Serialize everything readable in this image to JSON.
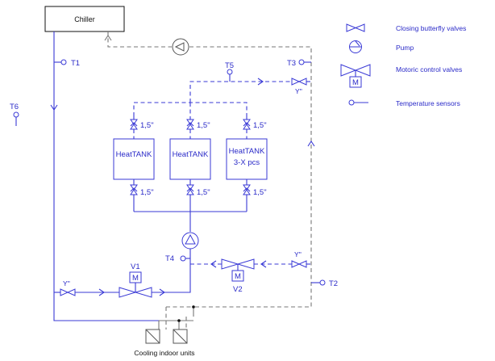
{
  "chiller": {
    "label": "Chiller"
  },
  "tanks": [
    {
      "line1": "HeatTANK",
      "line2": ""
    },
    {
      "line1": "HeatTANK",
      "line2": ""
    },
    {
      "line1": "HeatTANK",
      "line2": "3-X pcs"
    }
  ],
  "pipe_sizes": [
    "1,5\"",
    "1,5\"",
    "1,5\"",
    "1,5\"",
    "1,5\"",
    "1,5\""
  ],
  "sensors": {
    "t1": "T1",
    "t2": "T2",
    "t3": "T3",
    "t4": "T4",
    "t5": "T5",
    "t6": "T6"
  },
  "valves": {
    "v1": "V1",
    "v2": "V2",
    "y_top": "Y''",
    "y_right": "Y''",
    "y_left": "Y''",
    "motor": "M"
  },
  "indoor": {
    "label": "Cooling indoor units"
  },
  "legend": {
    "butterfly": "Closing butterfly valves",
    "pump": "Pump",
    "motoric": "Motoric control valves",
    "motor_symbol": "M",
    "sensor": "Temperature sensors"
  }
}
